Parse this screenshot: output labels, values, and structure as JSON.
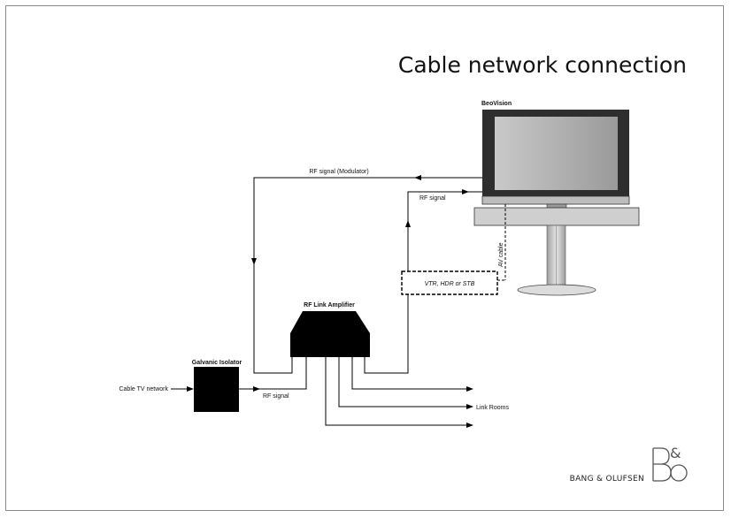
{
  "title": "Cable network connection",
  "labels": {
    "beovision": "BeoVision",
    "rf_signal_modulator": "RF signal (Modulator)",
    "rf_signal_top": "RF signal",
    "av_cable": "AV cable",
    "vtr_box": "VTR, HDR or STB",
    "rf_link_amplifier": "RF Link Amplifier",
    "galvanic_isolator": "Galvanic Isolator",
    "cable_tv_network": "Cable TV network",
    "rf_signal_bottom": "RF signal",
    "link_rooms": "Link Rooms"
  },
  "brand": {
    "name": "BANG & OLUFSEN"
  },
  "colors": {
    "frame": "#8a8a8a",
    "tv_frame": "#2e2e2e",
    "tv_screen": "#b3b3b3",
    "stand": "#c8c8c8",
    "device": "#000000"
  },
  "icons": [
    "arrow-right-icon",
    "arrow-left-icon",
    "arrow-up-icon",
    "arrow-down-icon",
    "bang-olufsen-logo"
  ]
}
